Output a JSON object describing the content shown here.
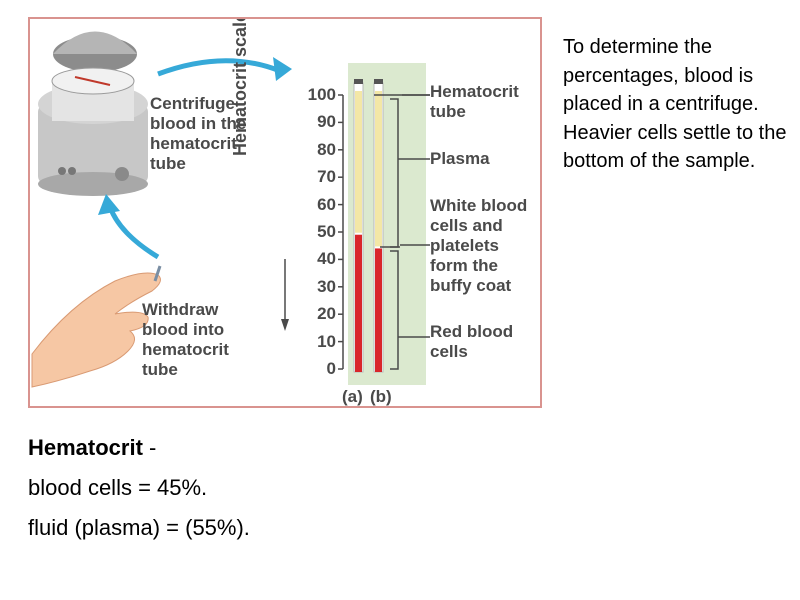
{
  "figure": {
    "steps": {
      "centrifuge": "Centrifuge\nblood in the\nhematocrit\ntube",
      "withdraw": "Withdraw\nblood into\nhematocrit\ntube"
    },
    "scale": {
      "title": "Hematocrit scale",
      "ticks": [
        "100",
        "90",
        "80",
        "70",
        "60",
        "50",
        "40",
        "30",
        "20",
        "10",
        "0"
      ]
    },
    "tubes": [
      {
        "letter": "(a)",
        "red_cell_percent": 49
      },
      {
        "letter": "(b)",
        "red_cell_percent": 44
      }
    ],
    "labels": {
      "tube": "Hematocrit\ntube",
      "plasma": "Plasma",
      "buffy": "White blood\ncells and\nplatelets\nform the\nbuffy coat",
      "red": "Red blood\ncells"
    },
    "colors": {
      "arrow": "#36a9d8",
      "red_cells": "#d9262a",
      "plasma": "#f3e7a6",
      "scale_band": "#dbe9cf"
    }
  },
  "side_text": "To determine the percentages, blood is placed in a centrifuge.   Heavier cells settle to the bottom of the sample.",
  "summary": {
    "title": "Hematocrit",
    "dash": " -",
    "line1": "blood cells = 45%.",
    "line2": "fluid (plasma) = (55%)."
  }
}
